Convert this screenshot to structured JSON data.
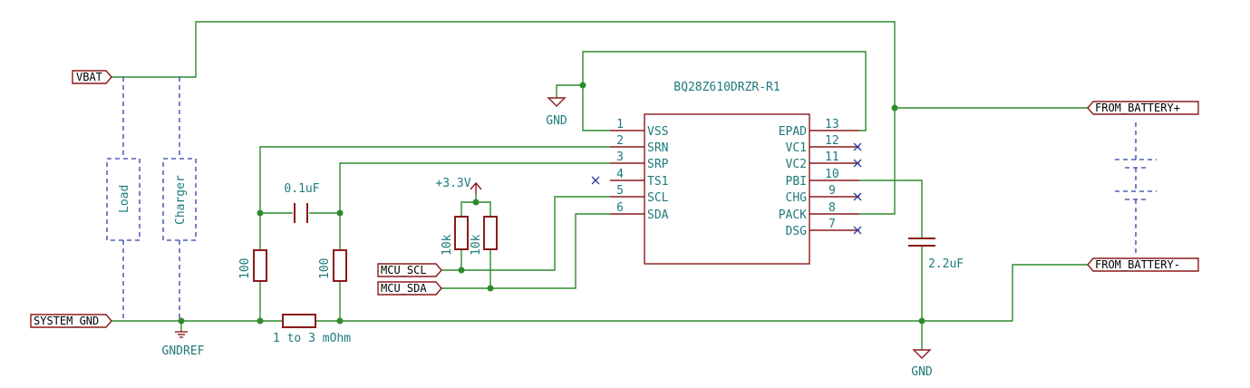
{
  "ic": {
    "name": "BQ28Z610DRZR-R1",
    "left_pins": [
      {
        "num": "1",
        "name": "VSS"
      },
      {
        "num": "2",
        "name": "SRN"
      },
      {
        "num": "3",
        "name": "SRP"
      },
      {
        "num": "4",
        "name": "TS1"
      },
      {
        "num": "5",
        "name": "SCL"
      },
      {
        "num": "6",
        "name": "SDA"
      }
    ],
    "right_pins": [
      {
        "num": "13",
        "name": "EPAD"
      },
      {
        "num": "12",
        "name": "VC1"
      },
      {
        "num": "11",
        "name": "VC2"
      },
      {
        "num": "10",
        "name": "PBI"
      },
      {
        "num": "9",
        "name": "CHG"
      },
      {
        "num": "8",
        "name": "PACK"
      },
      {
        "num": "7",
        "name": "DSG"
      }
    ]
  },
  "labels": {
    "vbat": "VBAT",
    "system_gnd": "SYSTEM_GND",
    "mcu_scl": "MCU_SCL",
    "mcu_sda": "MCU_SDA",
    "from_battery_plus": "FROM_BATTERY+",
    "from_battery_minus": "FROM_BATTERY-"
  },
  "power": {
    "gnd_top": "GND",
    "gnd_bottom": "GND",
    "gndref": "GNDREF",
    "v33": "+3.3V"
  },
  "components": {
    "cap1": "0.1uF",
    "cap2": "2.2uF",
    "r_left": "100",
    "r_right": "100",
    "r_sense": "1 to 3 mOhm",
    "r_pull1": "10k",
    "r_pull2": "10k",
    "load": "Load",
    "charger": "Charger"
  }
}
